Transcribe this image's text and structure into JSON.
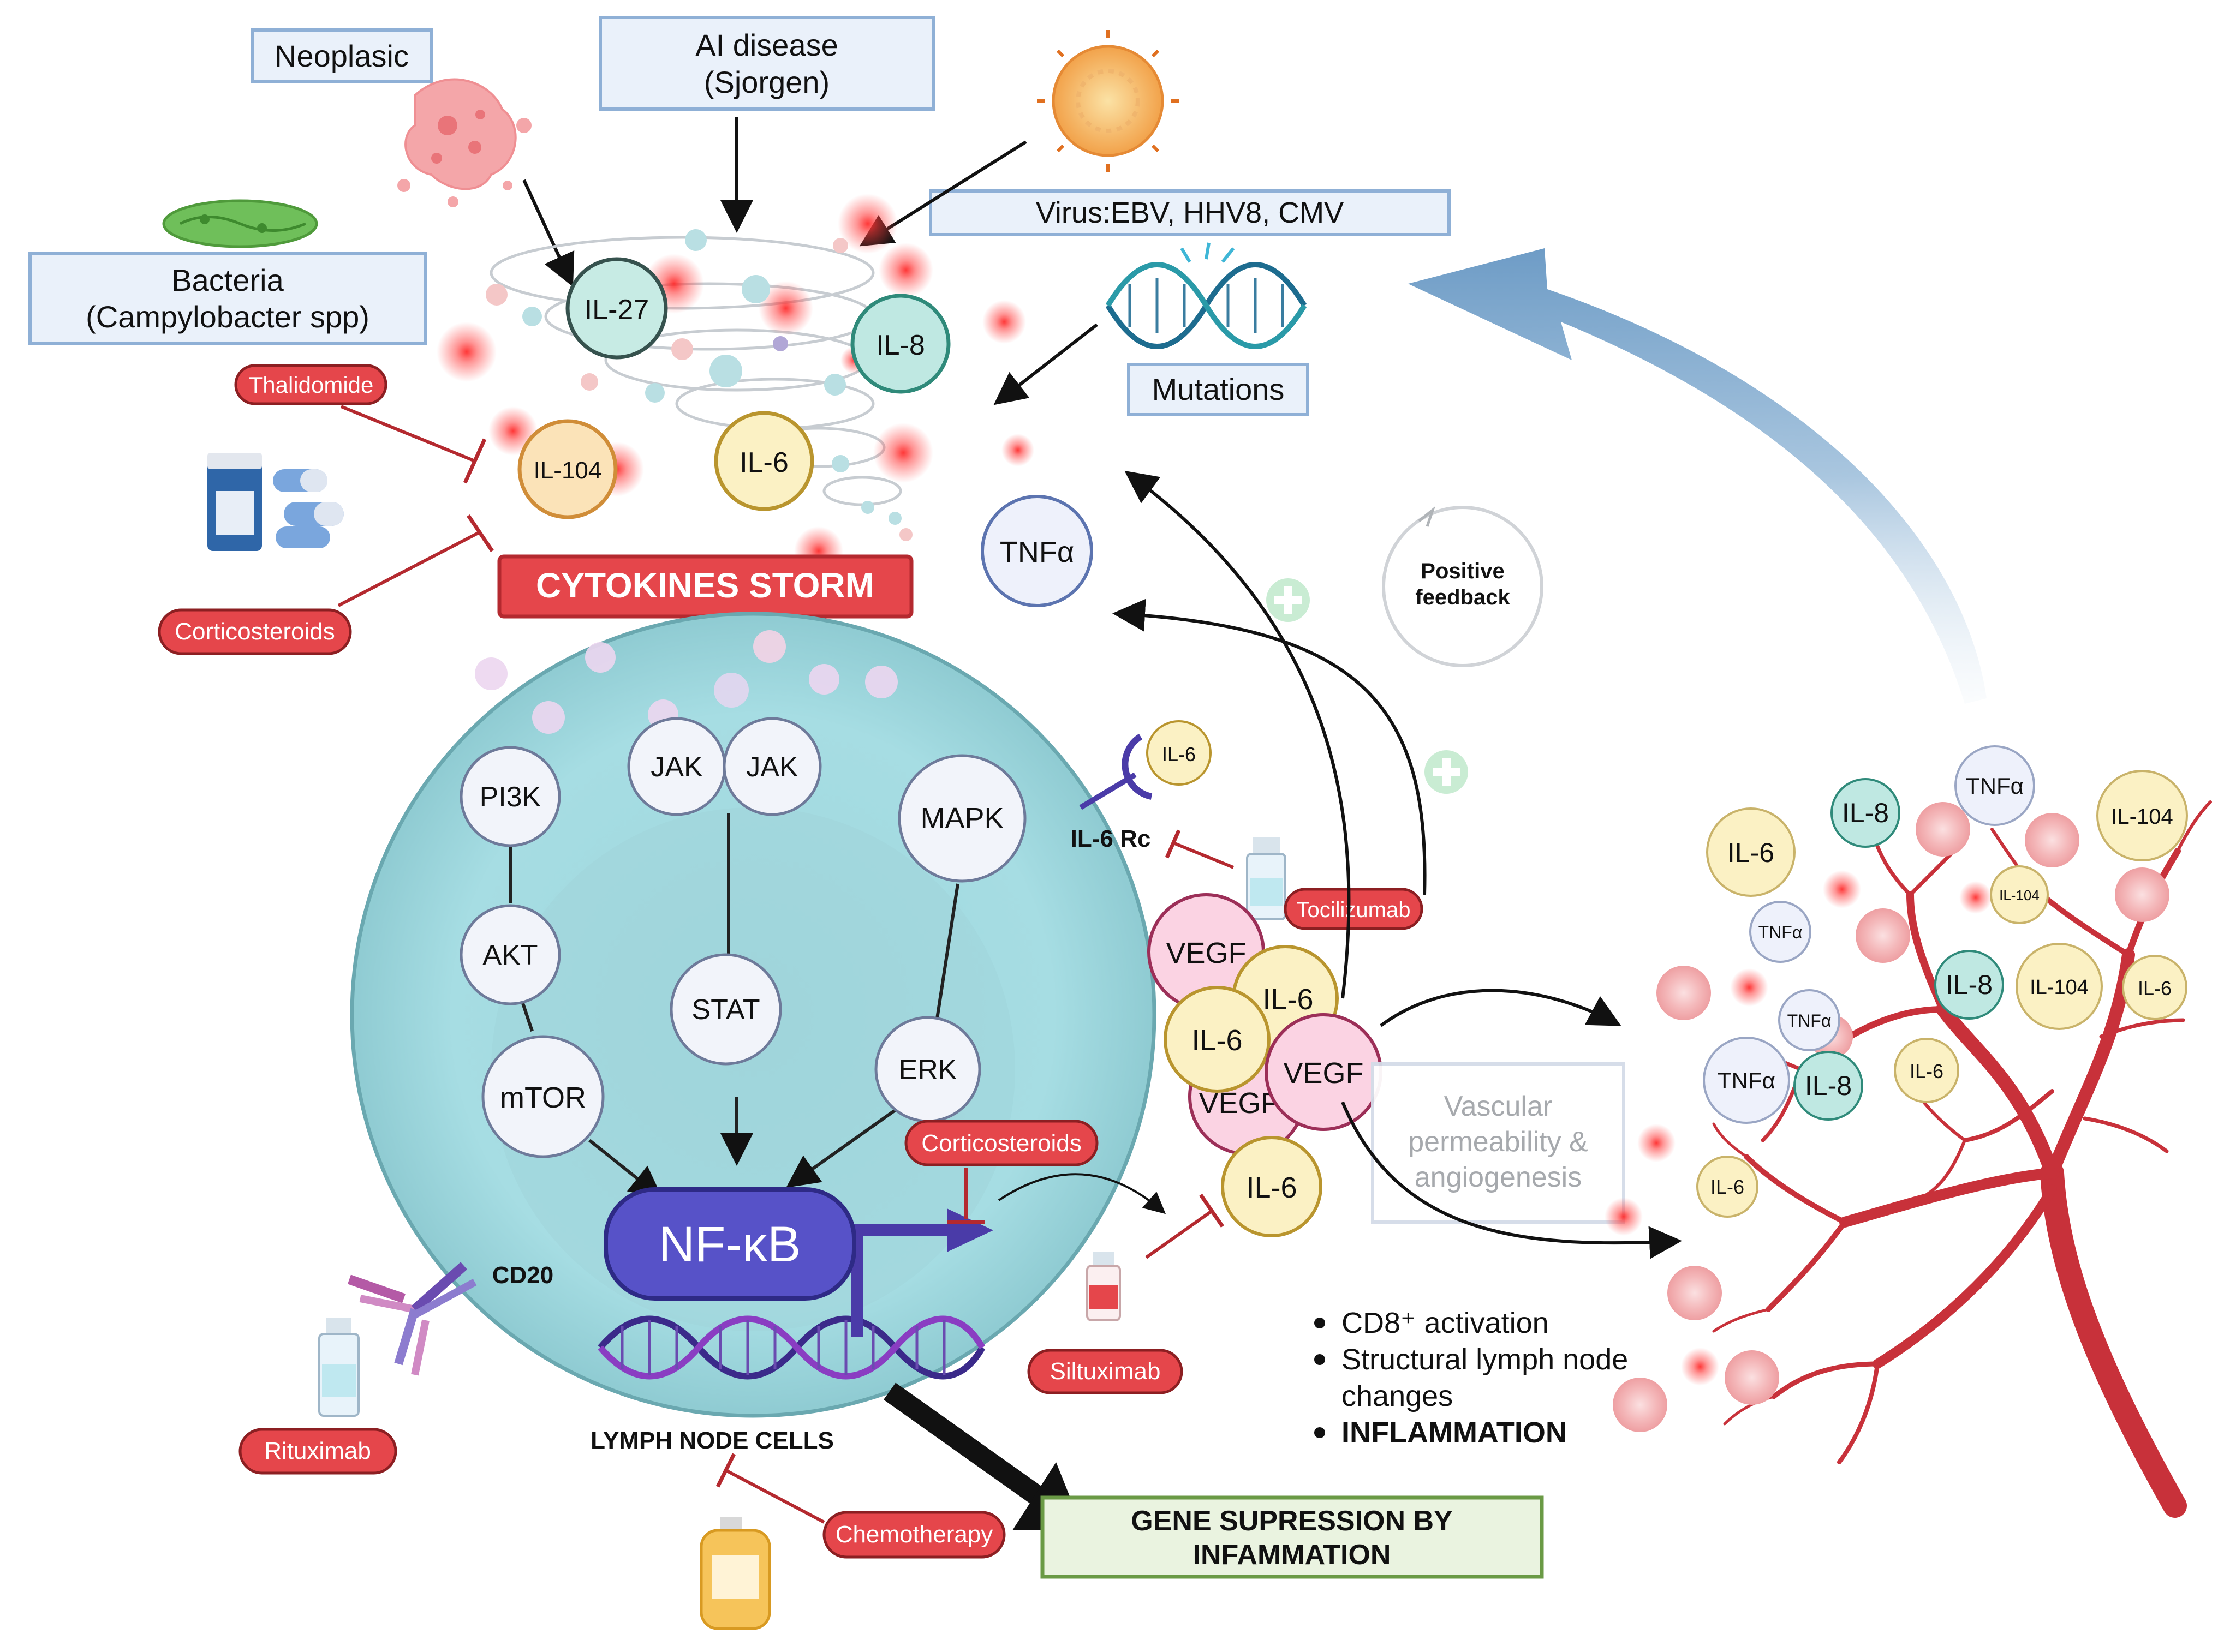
{
  "triggers": {
    "neoplasic": "Neoplasic",
    "ai_disease_line1": "AI disease",
    "ai_disease_line2": "(Sjorgen)",
    "virus": "Virus:EBV, HHV8, CMV",
    "bacteria_line1": "Bacteria",
    "bacteria_line2": "(Campylobacter spp)",
    "mutations": "Mutations"
  },
  "storm": {
    "title": "CYTOKINES STORM",
    "il27": "IL-27",
    "il8": "IL-8",
    "il104": "IL-104",
    "il6": "IL-6",
    "tnfa": "TNFα"
  },
  "pathways": {
    "pi3k": "PI3K",
    "akt": "AKT",
    "mtor": "mTOR",
    "jak1": "JAK",
    "jak2": "JAK",
    "stat": "STAT",
    "mapk": "MAPK",
    "erk": "ERK",
    "nfkb": "NF-κB"
  },
  "receptors": {
    "il6_ligand": "IL-6",
    "il6_rc": "IL-6 Rc",
    "cd20": "CD20",
    "lymph_node_cells": "LYMPH NODE CELLS"
  },
  "drugs": {
    "thalidomide": "Thalidomide",
    "corticosteroids_top": "Corticosteroids",
    "corticosteroids_mid": "Corticosteroids",
    "tocilizumab": "Tocilizumab",
    "siltuximab": "Siltuximab",
    "rituximab": "Rituximab",
    "chemotherapy": "Chemotherapy"
  },
  "feedback": {
    "line1": "Positive",
    "line2": "feedback"
  },
  "cluster": {
    "vegf1": "VEGF",
    "il6_a": "IL-6",
    "il6_b": "IL-6",
    "vegf2": "VEGF",
    "vegf3": "VEGF",
    "il6_c": "IL-6"
  },
  "vascular": {
    "line1": "Vascular",
    "line2": "permeability &",
    "line3": "angiogenesis"
  },
  "effects": {
    "item1": "CD8⁺ activation",
    "item2_line1": "Structural lymph node",
    "item2_line2": "changes",
    "item3": "INFLAMMATION"
  },
  "gene": {
    "line1": "GENE SUPRESSION BY",
    "line2": "INFAMMATION"
  },
  "tree_cytokines": {
    "il8_a": "IL-8",
    "tnfa_a": "TNFα",
    "il104_a": "IL-104",
    "il6_a": "IL-6",
    "tnfa_b": "TNFα",
    "il104_b": "IL-104",
    "il8_b": "IL-8",
    "il104_c": "IL-104",
    "il6_b": "IL-6",
    "tnfa_c": "TNFα",
    "tnfa_d": "TNFα",
    "il8_c": "IL-8",
    "il6_c": "IL-6",
    "il6_d": "IL-6"
  },
  "colors": {
    "cell": "#a6dde3",
    "drug_label": "#e5464b",
    "storm_box": "#e5464b",
    "nfkb": "#5752c8",
    "il6_fill": "#fbf1c4",
    "il8_fill": "#bfe8e2",
    "vegf_fill": "#fbd3e3",
    "tnfa_fill": "#eef1fb",
    "vessel": "#c8313a",
    "gene_box": "#eaf3e0"
  }
}
